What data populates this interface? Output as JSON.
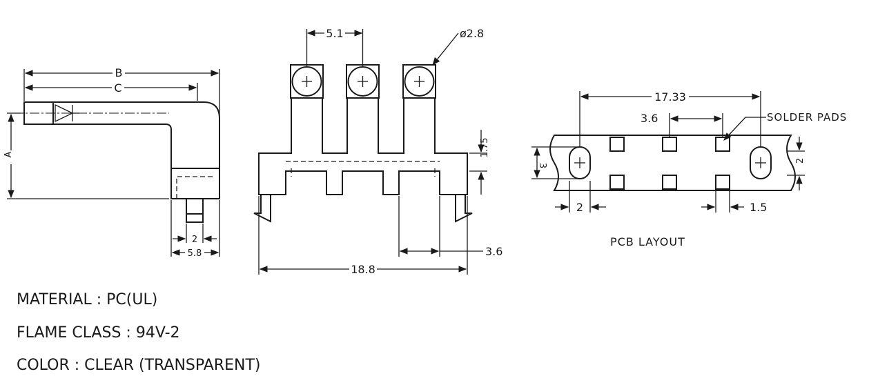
{
  "side_view": {
    "dim_b": "B",
    "dim_c": "C",
    "dim_a": "A",
    "dim_2": "2",
    "dim_5_8": "5.8"
  },
  "front_view": {
    "pitch": "5.1",
    "hole_dia": "ø2.8",
    "dim_1_75": "1.75",
    "dim_3_6": "3.6",
    "overall_width": "18.8"
  },
  "pcb_layout": {
    "title": "PCB LAYOUT",
    "solder_pads_label": "SOLDER PADS",
    "span": "17.33",
    "pad_pitch": "3.6",
    "dim_3": "3",
    "dim_2_right": "2",
    "dim_2_bottom": "2",
    "dim_1_5": "1.5"
  },
  "specs": [
    "MATERIAL : PC(UL)",
    "FLAME CLASS : 94V-2",
    "COLOR : CLEAR (TRANSPARENT)"
  ]
}
